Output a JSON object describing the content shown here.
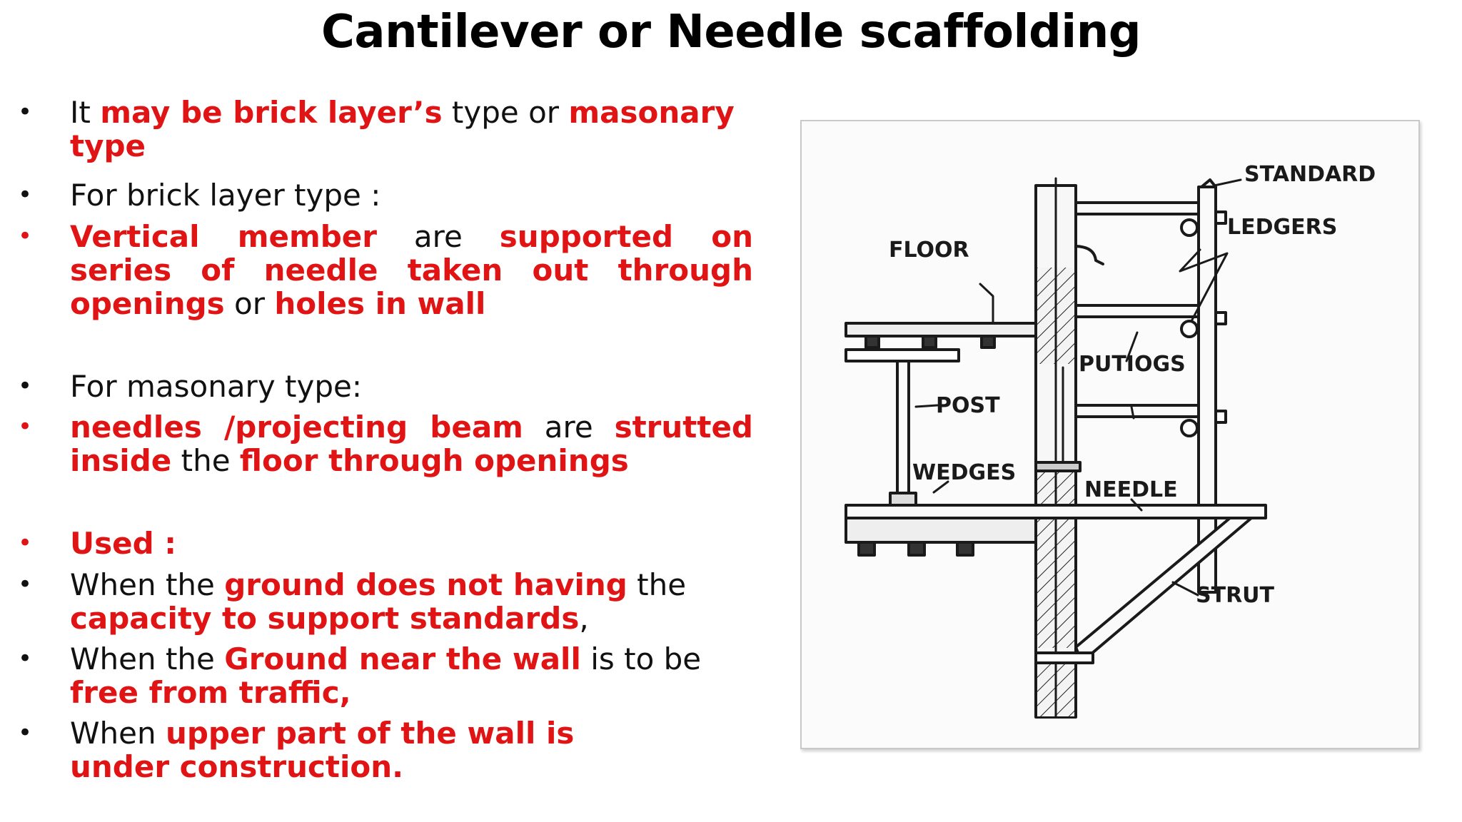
{
  "title": "Cantilever or Needle scaffolding",
  "bullets": [
    {
      "dot_color": "black",
      "parts": [
        [
          "It ",
          false
        ],
        [
          "may be brick layer’s",
          true
        ],
        [
          " type or ",
          false
        ],
        [
          "masonary type",
          true
        ]
      ]
    },
    {
      "dot_color": "black",
      "parts": [
        [
          "For brick layer type :",
          false
        ]
      ]
    },
    {
      "dot_color": "red",
      "parts": [
        [
          "Vertical member",
          true
        ],
        [
          " are ",
          false
        ],
        [
          "supported on series of needle taken out through openings",
          true
        ],
        [
          " or ",
          false
        ],
        [
          "holes in wall",
          true
        ]
      ]
    },
    {
      "dot_color": "black",
      "parts": [
        [
          "For masonary type:",
          false
        ]
      ]
    },
    {
      "dot_color": "red",
      "parts": [
        [
          "needles /projecting beam",
          true
        ],
        [
          " are ",
          false
        ],
        [
          "strutted inside",
          true
        ],
        [
          " the ",
          false
        ],
        [
          "floor through openings",
          true
        ]
      ]
    },
    {
      "dot_color": "red",
      "parts": [
        [
          "Used :",
          true
        ]
      ]
    },
    {
      "dot_color": "black",
      "parts": [
        [
          "When the ",
          false
        ],
        [
          "ground does not having",
          true
        ],
        [
          " the ",
          false
        ],
        [
          "capacity to support standards",
          true
        ],
        [
          ",",
          false
        ]
      ]
    },
    {
      "dot_color": "black",
      "parts": [
        [
          "When the ",
          false
        ],
        [
          "Ground near the wall",
          true
        ],
        [
          " is to be ",
          false
        ],
        [
          "free from traffic,",
          true
        ]
      ]
    },
    {
      "dot_color": "black",
      "parts": [
        [
          "When ",
          false
        ],
        [
          "upper part of the wall is under construction.",
          true
        ]
      ]
    }
  ],
  "diagram": {
    "labels": {
      "standard": "STANDARD",
      "ledgers": "LEDGERS",
      "floor": "FLOOR",
      "putlogs": "PUTIOGS",
      "post": "POST",
      "wedges": "WEDGES",
      "needle": "NEEDLE",
      "strut": "STRUT"
    }
  },
  "colors": {
    "accent_red": "#e01414",
    "text": "#111111"
  }
}
